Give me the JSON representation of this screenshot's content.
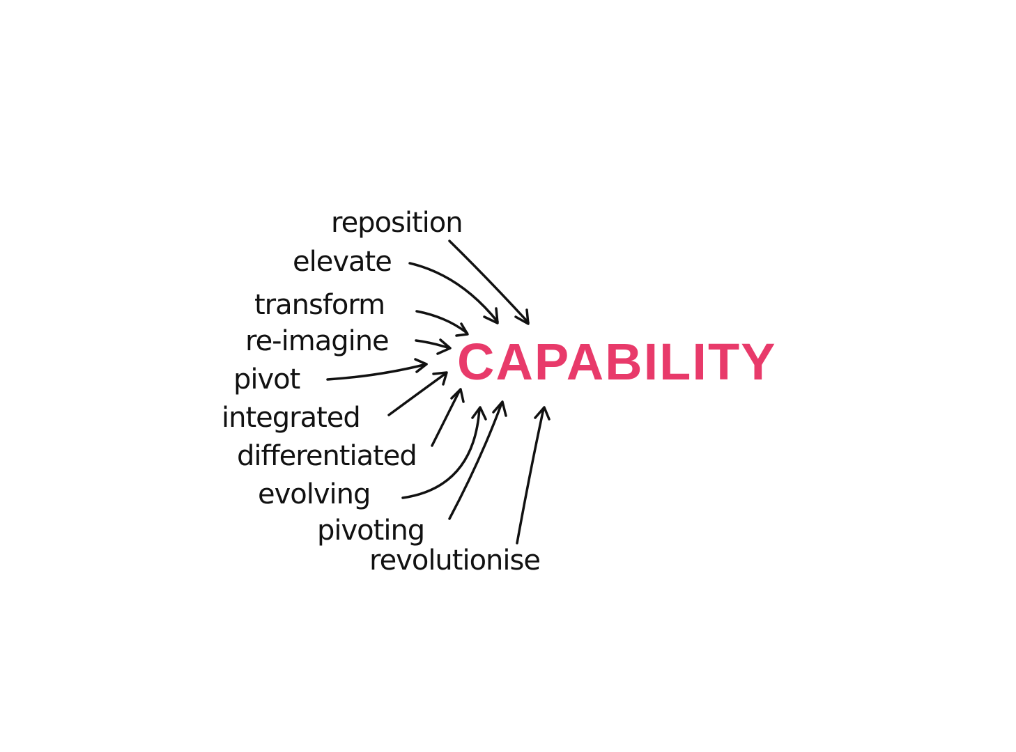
{
  "center": {
    "label": "CAPABILITY",
    "color": "#e83a6a"
  },
  "words": [
    {
      "label": "reposition"
    },
    {
      "label": "elevate"
    },
    {
      "label": "transform"
    },
    {
      "label": "re-imagine"
    },
    {
      "label": "pivot"
    },
    {
      "label": "integrated"
    },
    {
      "label": "differentiated"
    },
    {
      "label": "evolving"
    },
    {
      "label": "pivoting"
    },
    {
      "label": "revolutionise"
    }
  ]
}
